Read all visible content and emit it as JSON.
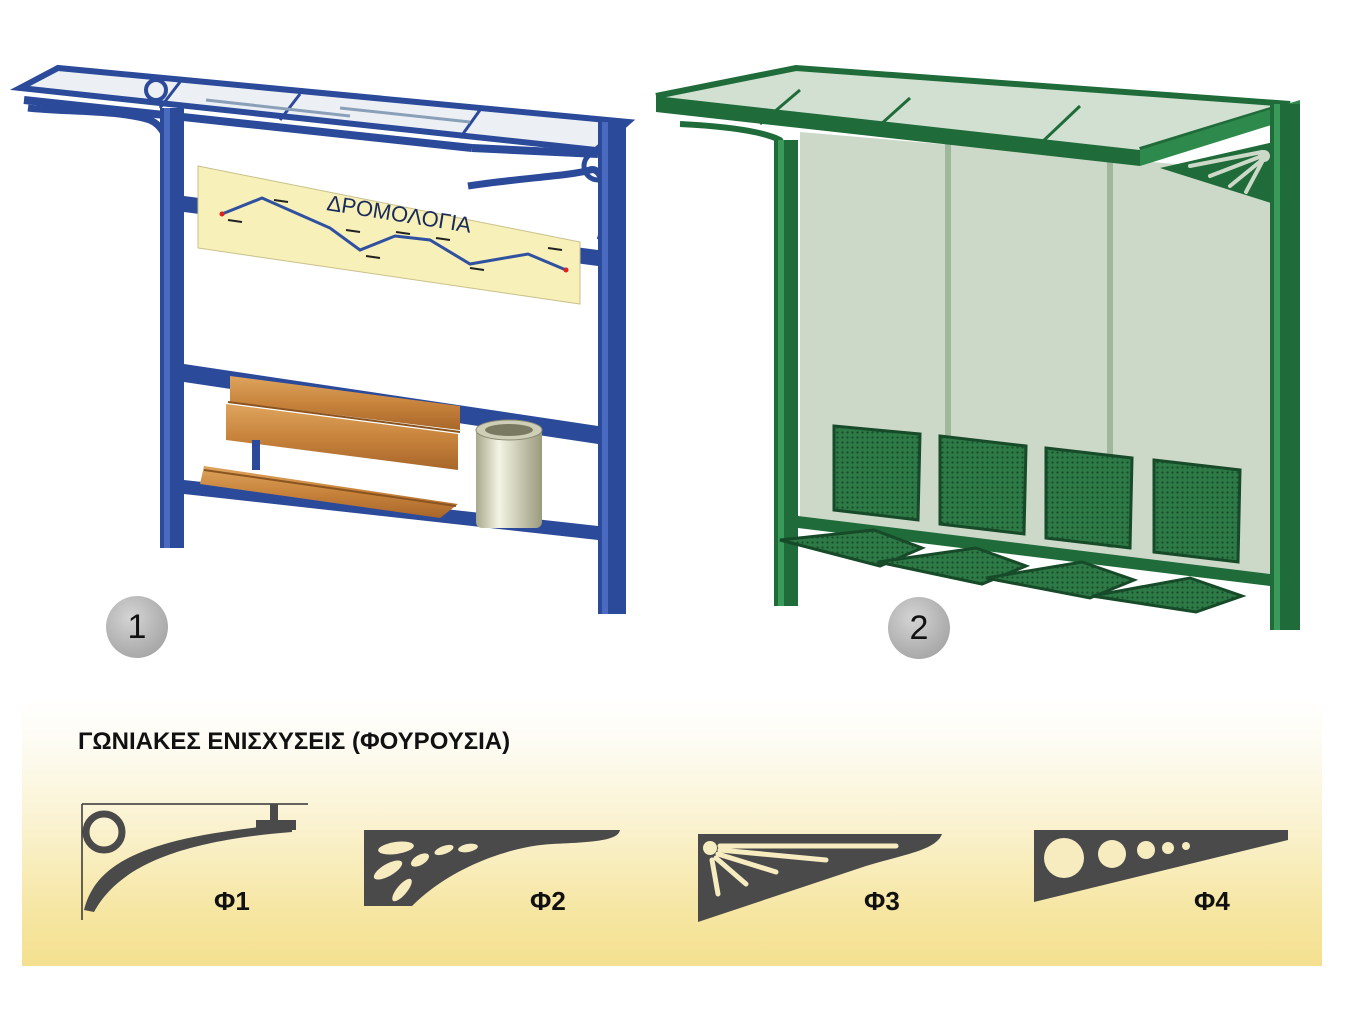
{
  "shelter_1": {
    "sign_text": "ΔΡΟΜΟΛΟΓΙΑ",
    "badge": "1",
    "frame_color": "#2c4a9a",
    "sign_color": "#f7f0b8",
    "bench_color": "#c8843c"
  },
  "shelter_2": {
    "badge": "2",
    "frame_color": "#1f6b3a",
    "glass_color": "#cdd9c8",
    "seat_count": 4
  },
  "brackets_panel": {
    "title": "ΓΩΝΙΑΚΕΣ ΕΝΙΣΧΥΣΕΙΣ (ΦΟΥΡΟΥΣΙΑ)",
    "items": [
      {
        "label": "Φ1"
      },
      {
        "label": "Φ2"
      },
      {
        "label": "Φ3"
      },
      {
        "label": "Φ4"
      }
    ],
    "bracket_color": "#4a4a4a"
  }
}
